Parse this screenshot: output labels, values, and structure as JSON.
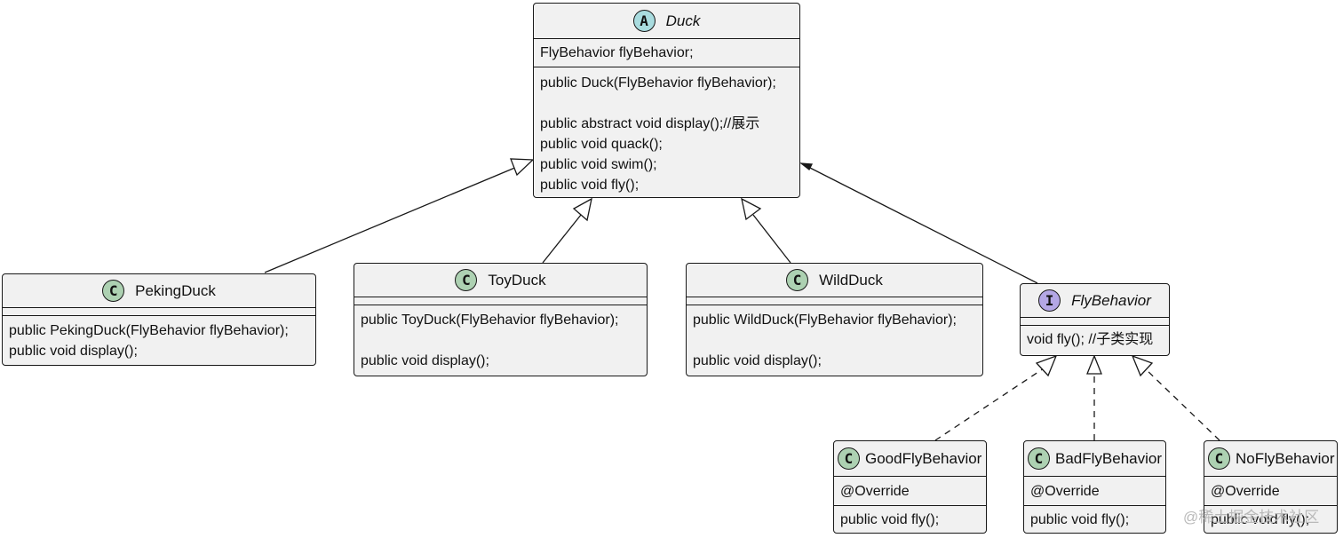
{
  "diagram": {
    "classes": {
      "duck": {
        "badge": "A",
        "name": "Duck",
        "fields": [
          "FlyBehavior flyBehavior;"
        ],
        "methods": [
          "public Duck(FlyBehavior flyBehavior);",
          "",
          "public abstract void display();//展示",
          "public void quack();",
          "public void swim();",
          "public void fly();"
        ]
      },
      "peking_duck": {
        "badge": "C",
        "name": "PekingDuck",
        "methods": [
          "public PekingDuck(FlyBehavior flyBehavior);",
          "public void display();"
        ]
      },
      "toy_duck": {
        "badge": "C",
        "name": "ToyDuck",
        "methods": [
          "public ToyDuck(FlyBehavior flyBehavior);",
          "",
          "public void display();"
        ]
      },
      "wild_duck": {
        "badge": "C",
        "name": "WildDuck",
        "methods": [
          "public WildDuck(FlyBehavior flyBehavior);",
          "",
          "public void display();"
        ]
      },
      "fly_behavior": {
        "badge": "I",
        "name": "FlyBehavior",
        "methods": [
          "void fly(); //子类实现"
        ]
      },
      "good_fly_behavior": {
        "badge": "C",
        "name": "GoodFlyBehavior",
        "fields": [
          "@Override"
        ],
        "methods": [
          "public void fly();"
        ]
      },
      "bad_fly_behavior": {
        "badge": "C",
        "name": "BadFlyBehavior",
        "fields": [
          "@Override"
        ],
        "methods": [
          "public void fly();"
        ]
      },
      "no_fly_behavior": {
        "badge": "C",
        "name": "NoFlyBehavior",
        "fields": [
          "@Override"
        ],
        "methods": [
          "public void fly();"
        ]
      }
    },
    "relations": [
      {
        "from": "PekingDuck",
        "to": "Duck",
        "kind": "inheritance"
      },
      {
        "from": "ToyDuck",
        "to": "Duck",
        "kind": "inheritance"
      },
      {
        "from": "WildDuck",
        "to": "Duck",
        "kind": "inheritance"
      },
      {
        "from": "FlyBehavior",
        "to": "Duck",
        "kind": "association"
      },
      {
        "from": "GoodFlyBehavior",
        "to": "FlyBehavior",
        "kind": "realization"
      },
      {
        "from": "BadFlyBehavior",
        "to": "FlyBehavior",
        "kind": "realization"
      },
      {
        "from": "NoFlyBehavior",
        "to": "FlyBehavior",
        "kind": "realization"
      }
    ],
    "colors": {
      "box_fill": "#f1f1f1",
      "border": "#181818",
      "abstract_badge": "#a9dcdf",
      "class_badge": "#add1b2",
      "interface_badge": "#b4a7e5"
    },
    "watermark": "@稀土掘金技术社区"
  }
}
